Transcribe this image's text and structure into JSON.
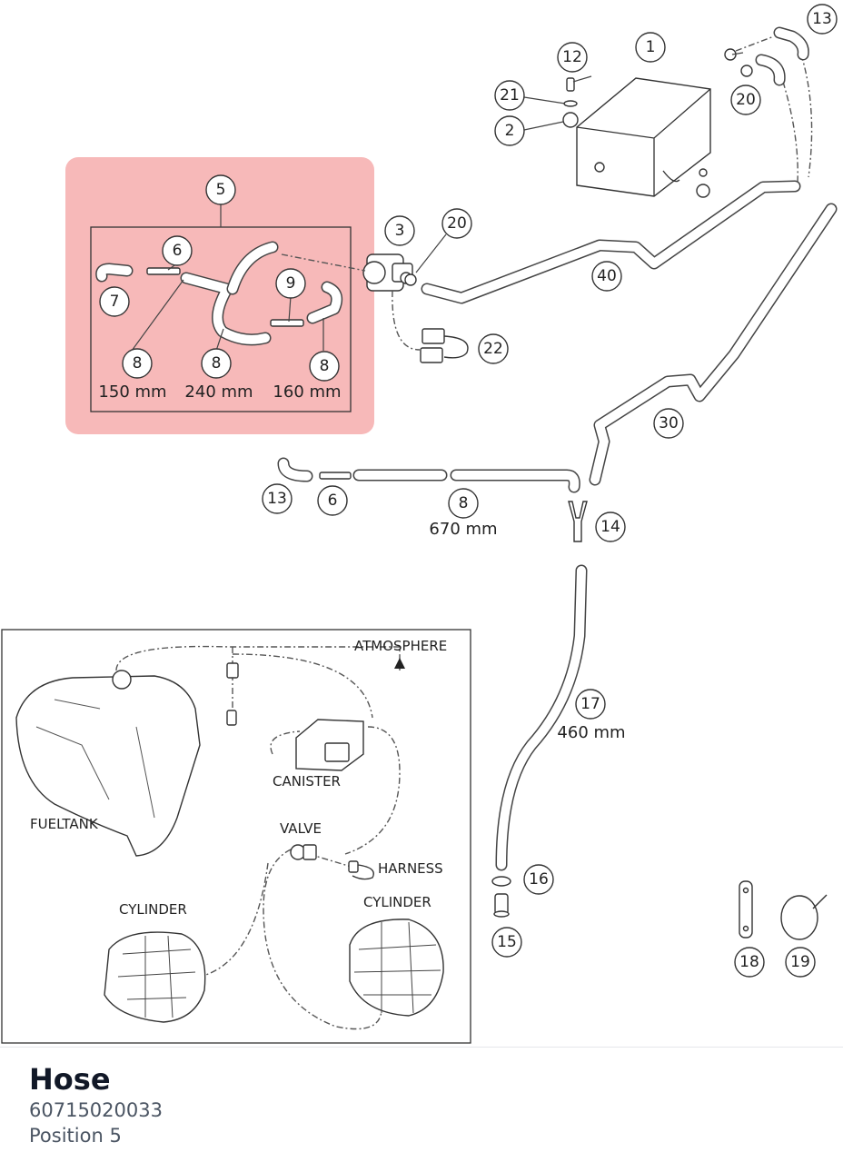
{
  "colors": {
    "highlight": "#f08080",
    "line": "#333333",
    "title": "#111827",
    "subtitle": "#4b5563"
  },
  "callouts": {
    "c1": "1",
    "c2": "2",
    "c3": "3",
    "c5": "5",
    "c6a": "6",
    "c6b": "6",
    "c7": "7",
    "c8a": "8",
    "c8b": "8",
    "c8c": "8",
    "c8d": "8",
    "c9": "9",
    "c12": "12",
    "c13a": "13",
    "c13b": "13",
    "c14": "14",
    "c15": "15",
    "c16": "16",
    "c17": "17",
    "c18": "18",
    "c19": "19",
    "c20a": "20",
    "c20b": "20",
    "c21": "21",
    "c22": "22",
    "c30": "30",
    "c40": "40"
  },
  "measurements": {
    "m150": "150 mm",
    "m240": "240 mm",
    "m160": "160 mm",
    "m670": "670 mm",
    "m460": "460 mm"
  },
  "flow": {
    "atmosphere": "ATMOSPHERE",
    "canister": "CANISTER",
    "fueltank": "FUELTANK",
    "valve": "VALVE",
    "harness": "HARNESS",
    "cylinder_left": "CYLINDER",
    "cylinder_right": "CYLINDER"
  },
  "part": {
    "name": "Hose",
    "number": "60715020033",
    "position": "Position 5"
  }
}
